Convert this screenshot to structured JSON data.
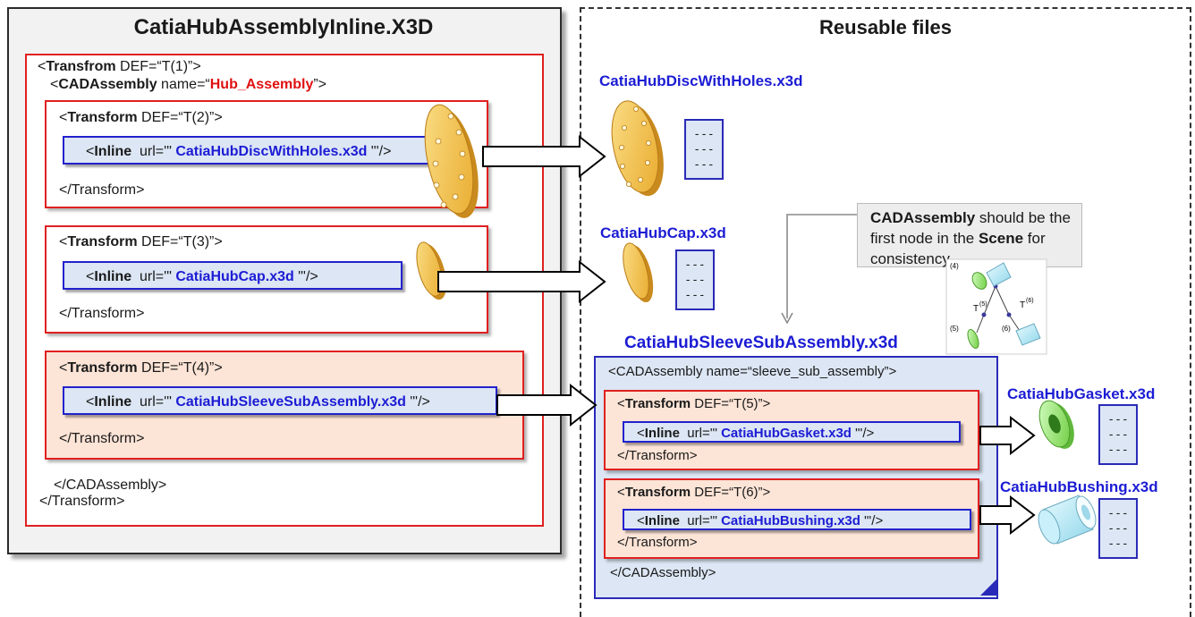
{
  "left": {
    "title": "CatiaHubAssemblyInline.X3D",
    "outer_open_tag": "<",
    "outer_open_kw": "Transfrom",
    "outer_open_def": " DEF=“T(1)”>",
    "cad_open_tag": "<",
    "cad_open_kw": "CADAssembly",
    "cad_open_attr": " name=“",
    "cad_open_name": "Hub_Assembly",
    "cad_open_end": "”>",
    "transforms": [
      {
        "tag": "<",
        "kw": "Transform",
        "def": " DEF=“T(2)”>",
        "inline_kw": "Inline",
        "inline_attr": "url='\"",
        "file": "CatiaHubDiscWithHoles.x3d",
        "inline_end": "\"'/>",
        "close": "</Transform>"
      },
      {
        "tag": "<",
        "kw": "Transform",
        "def": " DEF=“T(3)”>",
        "inline_kw": "Inline",
        "inline_attr": "url='\"",
        "file": "CatiaHubCap.x3d",
        "inline_end": "\"'/>",
        "close": "</Transform>"
      },
      {
        "tag": "<",
        "kw": "Transform",
        "def": " DEF=“T(4)”>",
        "inline_kw": "Inline",
        "inline_attr": "url='\"",
        "file": "CatiaHubSleeveSubAssembly.x3d",
        "inline_end": "\"'/>",
        "close": "</Transform>"
      }
    ],
    "cad_close": "</CADAssembly>",
    "outer_close": "</Transform>"
  },
  "right": {
    "title": "Reusable files",
    "files": [
      "CatiaHubDiscWithHoles.x3d",
      "CatiaHubCap.x3d",
      "CatiaHubGasket.x3d",
      "CatiaHubBushing.x3d"
    ],
    "doc_placeholder": "---\n---\n---",
    "callout": {
      "b1": "CADAssembly",
      "t1": " should be the first node in the ",
      "b2": "Scene",
      "t2": " for consistency."
    },
    "tree": {
      "t4": "(4)",
      "t5": "T",
      "t5sup": "(5)",
      "t6": "T",
      "t6sup": "(6)",
      "n5": "(5)",
      "n6": "(6)"
    },
    "sub": {
      "title": "CatiaHubSleeveSubAssembly.x3d",
      "open": "<CADAssembly name=“sleeve_sub_assembly”>",
      "transforms": [
        {
          "tag": "<",
          "kw": "Transform",
          "def": " DEF=“T(5)”>",
          "inline_kw": "Inline",
          "inline_attr": "url='\"",
          "file": "CatiaHubGasket.x3d",
          "inline_end": "\"'/>",
          "close": "</Transform>"
        },
        {
          "tag": "<",
          "kw": "Transform",
          "def": " DEF=“T(6)”>",
          "inline_kw": "Inline",
          "inline_attr": "url='\"",
          "file": "CatiaHubBushing.x3d",
          "inline_end": "\"'/>",
          "close": "</Transform>"
        }
      ],
      "close": "</CADAssembly>"
    }
  },
  "colors": {
    "accent_blue": "#1c1cd4",
    "red": "#e01010",
    "box_fill": "#dce6f4",
    "peach": "#fce4d6",
    "disc": "#f5c242"
  }
}
